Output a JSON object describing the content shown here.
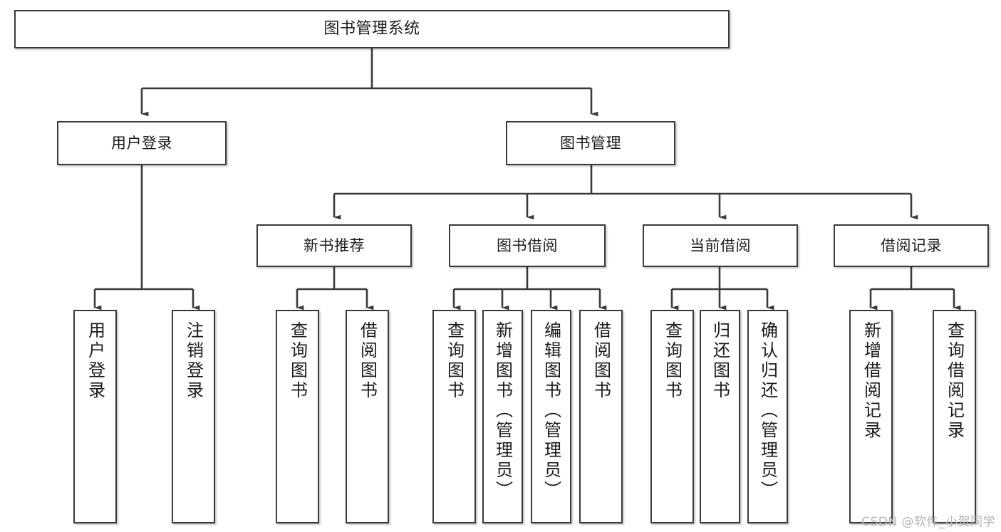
{
  "diagram": {
    "title": "图书管理系统",
    "type": "tree-hierarchy-chart",
    "root": {
      "label": "图书管理系统"
    },
    "level1": [
      {
        "label": "用户登录"
      },
      {
        "label": "图书管理"
      }
    ],
    "level2": [
      {
        "label": "新书推荐"
      },
      {
        "label": "图书借阅"
      },
      {
        "label": "当前借阅"
      },
      {
        "label": "借阅记录"
      }
    ],
    "leaves": {
      "user_login": [
        {
          "label": "用户登录"
        },
        {
          "label": "注销登录"
        }
      ],
      "new_book_recommend": [
        {
          "label": "查询图书"
        },
        {
          "label": "借阅图书"
        }
      ],
      "book_borrow": [
        {
          "label": "查询图书"
        },
        {
          "label": "新增图书（管理员）"
        },
        {
          "label": "编辑图书（管理员）"
        },
        {
          "label": "借阅图书"
        }
      ],
      "current_borrow": [
        {
          "label": "查询图书"
        },
        {
          "label": "归还图书"
        },
        {
          "label": "确认归还（管理员）"
        }
      ],
      "borrow_record": [
        {
          "label": "新增借阅记录"
        },
        {
          "label": "查询借阅记录"
        }
      ]
    }
  },
  "watermark": {
    "text": "CSDN @软件_小贺同学"
  },
  "colors": {
    "border": "#3a3a3a",
    "background": "#ffffff",
    "text": "#1b1b1b",
    "watermark": "#b6b6b6"
  }
}
